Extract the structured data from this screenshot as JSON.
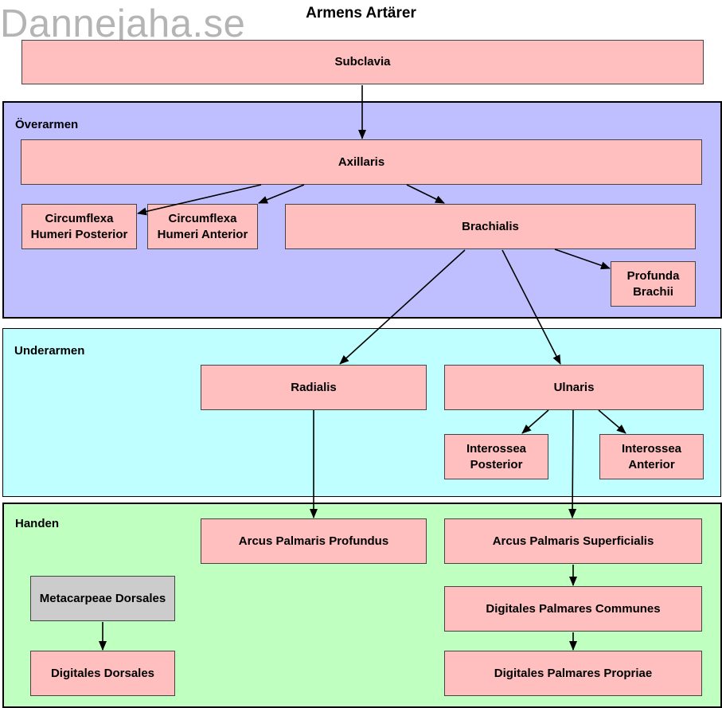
{
  "title": "Armens Artärer",
  "watermark": "Dannejaha.se",
  "regions": {
    "overarmen": {
      "label": "Överarmen",
      "color": "#bfbfff"
    },
    "underarmen": {
      "label": "Underarmen",
      "color": "#bfffff"
    },
    "handen": {
      "label": "Handen",
      "color": "#bfffbf"
    }
  },
  "nodes": {
    "subclavia": "Subclavia",
    "axillaris": "Axillaris",
    "circumflexa_posterior": "Circumflexa\nHumeri Posterior",
    "circumflexa_anterior": "Circumflexa\nHumeri Anterior",
    "brachialis": "Brachialis",
    "profunda_brachii": "Profunda\nBrachii",
    "radialis": "Radialis",
    "ulnaris": "Ulnaris",
    "interossea_posterior": "Interossea\nPosterior",
    "interossea_anterior": "Interossea\nAnterior",
    "arcus_profundus": "Arcus Palmaris Profundus",
    "arcus_superficialis": "Arcus Palmaris Superficialis",
    "metacarpeae_dorsales": "Metacarpeae Dorsales",
    "digitales_palmares_communes": "Digitales Palmares Communes",
    "digitales_dorsales": "Digitales Dorsales",
    "digitales_palmares_propriae": "Digitales Palmares Propriae"
  },
  "colors": {
    "node_fill": "#ffbfbf",
    "node_gray_fill": "#cccccc",
    "arrow": "#000000"
  }
}
